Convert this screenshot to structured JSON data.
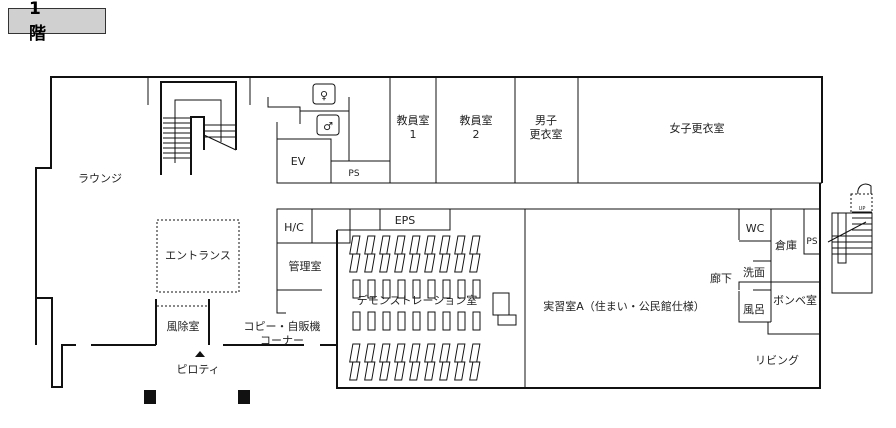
{
  "floor_label": "1 階",
  "rooms": {
    "lounge": "ラウンジ",
    "ev": "EV",
    "ps_top": "PS",
    "staff1_a": "教員室",
    "staff1_b": "1",
    "staff2_a": "教員室",
    "staff2_b": "2",
    "men_a": "男子",
    "men_b": "更衣室",
    "women": "女子更衣室",
    "hc": "H/C",
    "eps": "EPS",
    "entrance": "エントランス",
    "manager": "管理室",
    "demo": "デモンストレーション室",
    "practice": "実習室A（住まい・公民館仕様）",
    "wc": "WC",
    "storage": "倉庫",
    "ps_right": "PS",
    "corridor": "廊下",
    "washroom": "洗面",
    "bath": "風呂",
    "gas": "ボンベ室",
    "living": "リビング",
    "windbreak": "風除室",
    "copy_a": "コピー・自販機",
    "copy_b": "コーナー",
    "piloti": "ピロティ",
    "up": "UP"
  }
}
